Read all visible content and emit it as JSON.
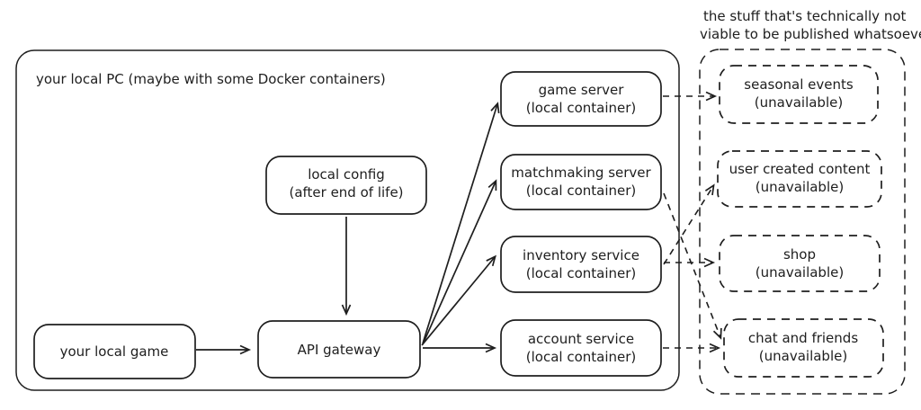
{
  "colors": {
    "stroke": "#1e1e1e",
    "background": "#ffffff"
  },
  "left_container": {
    "label": "your local PC (maybe with some Docker containers)"
  },
  "right_container": {
    "title_line1": "the stuff that's technically not",
    "title_line2": "viable to be published whatsoever"
  },
  "nodes": {
    "local_game": {
      "line1": "your local game"
    },
    "local_config": {
      "line1": "local config",
      "line2": "(after end of life)"
    },
    "api_gateway": {
      "line1": "API gateway"
    },
    "game_server": {
      "line1": "game server",
      "line2": "(local container)"
    },
    "matchmaking_server": {
      "line1": "matchmaking server",
      "line2": "(local container)"
    },
    "inventory_service": {
      "line1": "inventory service",
      "line2": "(local container)"
    },
    "account_service": {
      "line1": "account service",
      "line2": "(local container)"
    },
    "seasonal_events": {
      "line1": "seasonal events",
      "line2": "(unavailable)"
    },
    "user_created_content": {
      "line1": "user created content",
      "line2": "(unavailable)"
    },
    "shop": {
      "line1": "shop",
      "line2": "(unavailable)"
    },
    "chat_and_friends": {
      "line1": "chat and friends",
      "line2": "(unavailable)"
    }
  },
  "edges": [
    {
      "from": "your local game",
      "to": "API gateway",
      "style": "solid"
    },
    {
      "from": "local config",
      "to": "API gateway",
      "style": "solid"
    },
    {
      "from": "API gateway",
      "to": "game server",
      "style": "solid"
    },
    {
      "from": "API gateway",
      "to": "matchmaking server",
      "style": "solid"
    },
    {
      "from": "API gateway",
      "to": "inventory service",
      "style": "solid"
    },
    {
      "from": "API gateway",
      "to": "account service",
      "style": "solid"
    },
    {
      "from": "game server",
      "to": "seasonal events",
      "style": "dashed"
    },
    {
      "from": "matchmaking server",
      "to": "chat and friends",
      "style": "dashed"
    },
    {
      "from": "inventory service",
      "to": "user created content",
      "style": "dashed"
    },
    {
      "from": "inventory service",
      "to": "shop",
      "style": "dashed"
    },
    {
      "from": "account service",
      "to": "chat and friends",
      "style": "dashed"
    }
  ]
}
